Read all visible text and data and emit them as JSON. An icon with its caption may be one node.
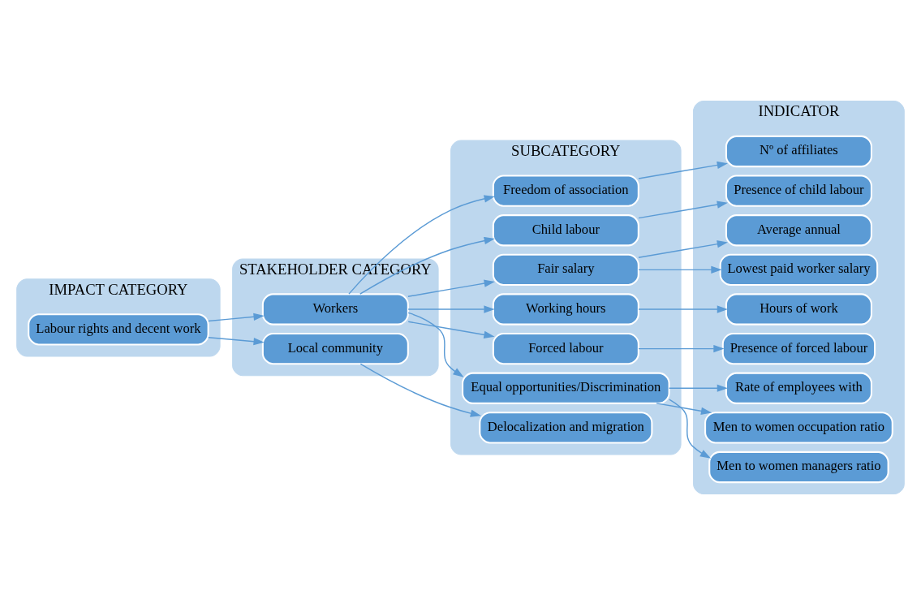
{
  "diagram": {
    "nodes": [
      {
        "text": [
          "IMPACT CATEGORY"
        ]
      },
      {
        "text": [
          "Labour rights and decent work"
        ],
        "in": 0
      },
      {
        "text": [
          "STAKEHOLDER CATEGORY"
        ]
      },
      {
        "text": [
          "Workers"
        ],
        "in": 2
      },
      {
        "text": [
          "Local community"
        ],
        "in": 2
      },
      {
        "text": [
          "SUBCATEGORY"
        ]
      },
      {
        "text": [
          "Freedom of association"
        ],
        "in": 5
      },
      {
        "text": [
          "Child labour"
        ],
        "in": 5
      },
      {
        "text": [
          "Fair salary"
        ],
        "in": 5
      },
      {
        "text": [
          "Working hours"
        ],
        "in": 5
      },
      {
        "text": [
          "Forced labour"
        ],
        "in": 5
      },
      {
        "text": [
          "Equal opportunities/Discrimination"
        ],
        "in": 5
      },
      {
        "text": [
          "Delocalization and migration"
        ],
        "in": 5
      },
      {
        "text": [
          "INDICATOR"
        ]
      },
      {
        "text": [
          "Nº of affiliates"
        ],
        "in": 13
      },
      {
        "text": [
          "Presence of child labour"
        ],
        "in": 13
      },
      {
        "text": [
          "Average annual"
        ],
        "in": 13
      },
      {
        "text": [
          "Lowest paid worker salary"
        ],
        "in": 13
      },
      {
        "text": [
          "Hours of work"
        ],
        "in": 13
      },
      {
        "text": [
          "Presence of forced labour"
        ],
        "in": 13
      },
      {
        "text": [
          "Rate of employees with"
        ],
        "in": 13
      },
      {
        "text": [
          "Men to women occupation ratio"
        ],
        "in": 13
      },
      {
        "text": [
          "Men to women managers ratio"
        ],
        "in": 13
      }
    ],
    "edges": [
      {
        "from": 1,
        "to": 3,
        "arrow": "to"
      },
      {
        "from": 1,
        "to": 4,
        "arrow": "to"
      },
      {
        "from": 3,
        "to": 6,
        "arrow": "to"
      },
      {
        "from": 3,
        "to": 7,
        "arrow": "to"
      },
      {
        "from": 3,
        "to": 8,
        "arrow": "to"
      },
      {
        "from": 3,
        "to": 9,
        "arrow": "to"
      },
      {
        "from": 3,
        "to": 10,
        "arrow": "to"
      },
      {
        "from": 3,
        "to": 11,
        "arrow": "to"
      },
      {
        "from": 4,
        "to": 12,
        "arrow": "to"
      },
      {
        "from": 6,
        "to": 14,
        "arrow": "to"
      },
      {
        "from": 7,
        "to": 15,
        "arrow": "to"
      },
      {
        "from": 8,
        "to": 16,
        "arrow": "to"
      },
      {
        "from": 8,
        "to": 17,
        "arrow": "to"
      },
      {
        "from": 9,
        "to": 18,
        "arrow": "to"
      },
      {
        "from": 10,
        "to": 19,
        "arrow": "to"
      },
      {
        "from": 11,
        "to": 20,
        "arrow": "to"
      },
      {
        "from": 11,
        "to": 21,
        "arrow": "to"
      },
      {
        "from": 11,
        "to": 22,
        "arrow": "to"
      }
    ]
  }
}
